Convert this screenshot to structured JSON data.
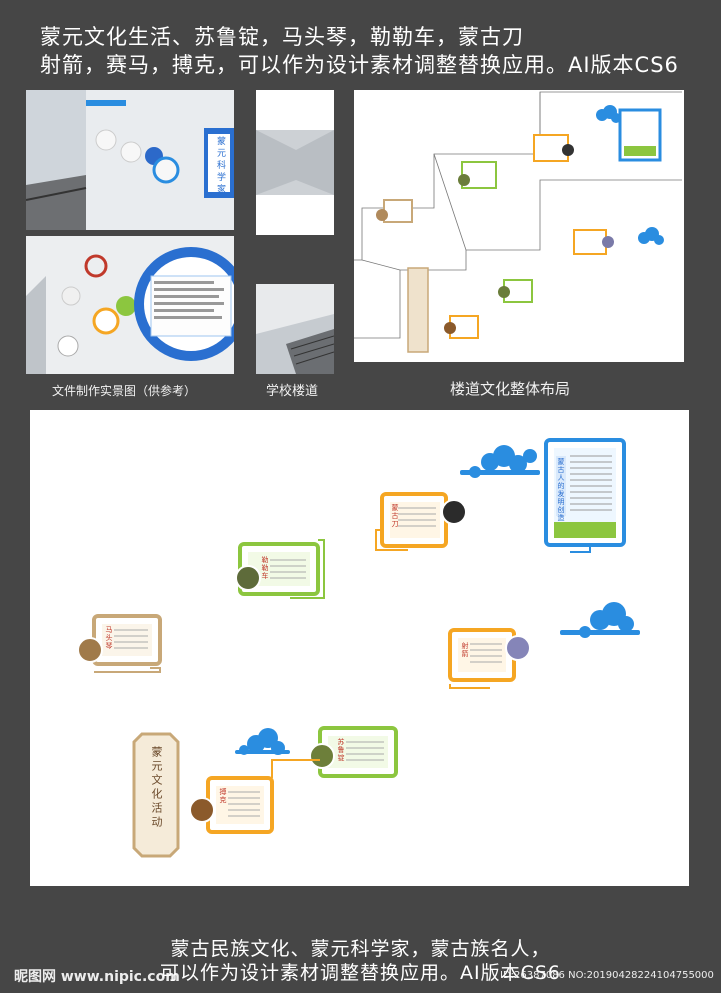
{
  "header": {
    "line1": "蒙元文化生活、苏鲁锭，马头琴，勒勒车，蒙古刀",
    "line2": "射箭，赛马，搏克，可以作为设计素材调整替换应用。AI版本CS6"
  },
  "captions": {
    "photo": "文件制作实景图（供参考）",
    "stairs": "学校楼道",
    "layout": "楼道文化整体布局"
  },
  "photo_labels": {
    "top_sign": "蒙元科学家"
  },
  "board": {
    "title_vertical": "蒙元文化活动",
    "main_panel_title": "蒙古人的发明创造",
    "frames": [
      {
        "label": "蒙古刀"
      },
      {
        "label": "勒勒车"
      },
      {
        "label": "马头琴"
      },
      {
        "label": "射箭"
      },
      {
        "label": "苏鲁锭"
      },
      {
        "label": "搏克"
      }
    ]
  },
  "footer": {
    "line1": "蒙古民族文化、蒙元科学家，蒙古族名人，",
    "line2": "可以作为设计素材调整替换应用。AI版本CS6"
  },
  "watermark": {
    "site": "昵图网 www.nipic.com",
    "id": "ID:26387086 NO:20190428224104755000"
  },
  "colors": {
    "background": "#464646",
    "blue": "#2a8de0",
    "orange": "#f5a623",
    "green": "#8cc63f",
    "tan": "#c8a878"
  }
}
